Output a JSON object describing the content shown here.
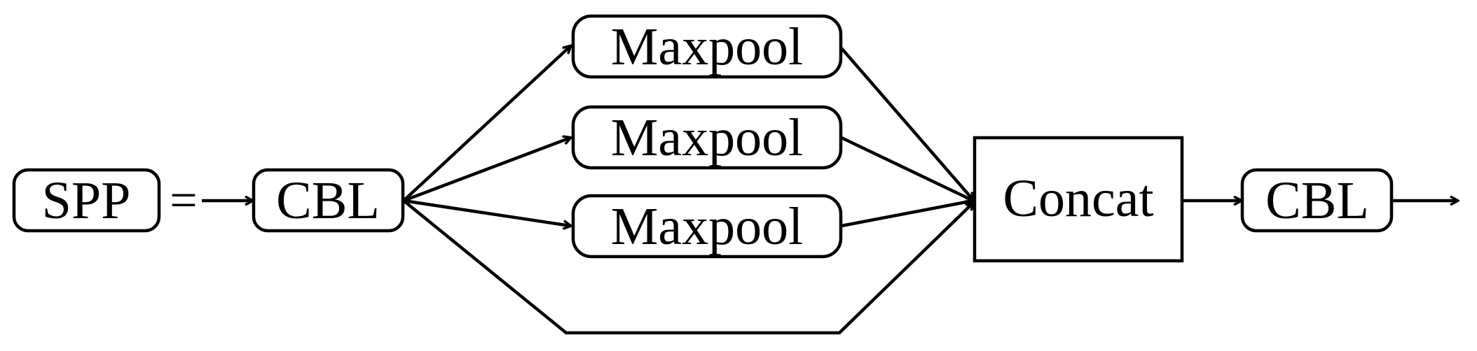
{
  "diagram": {
    "spp_label": "SPP",
    "equals_sign": "=",
    "cbl_in_label": "CBL",
    "maxpool_1_label": "Maxpool",
    "maxpool_2_label": "Maxpool",
    "maxpool_3_label": "Maxpool",
    "concat_label": "Concat",
    "cbl_out_label": "CBL"
  }
}
